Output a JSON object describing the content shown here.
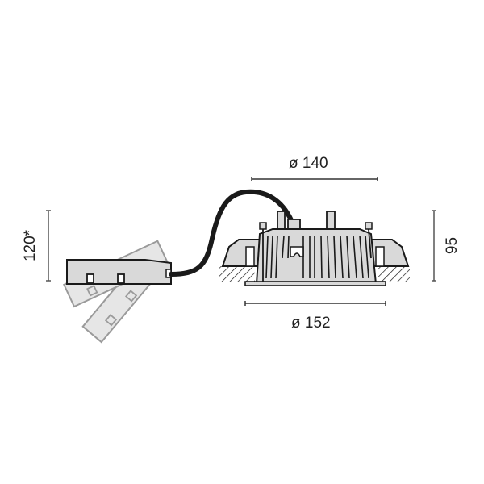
{
  "drawing": {
    "type": "technical-dimension-drawing",
    "subject": "recessed downlight with remote driver",
    "colors": {
      "outline": "#1a1a1a",
      "fill": "#d9d9d9",
      "ghost_outline": "#9a9a9a",
      "ghost_fill": "#e6e6e6",
      "cable": "#1a1a1a",
      "dimension_line": "#333333",
      "background": "#ffffff"
    }
  },
  "dimensions": {
    "top_diameter": {
      "label": "ø 140",
      "value": 140,
      "unit": "mm",
      "kind": "diameter"
    },
    "bottom_diameter": {
      "label": "ø 152",
      "value": 152,
      "unit": "mm",
      "kind": "diameter"
    },
    "height": {
      "label": "95",
      "value": 95,
      "unit": "mm",
      "kind": "height"
    },
    "driver_height": {
      "label": "120*",
      "value": 120,
      "unit": "mm",
      "kind": "height",
      "note": "*"
    }
  }
}
